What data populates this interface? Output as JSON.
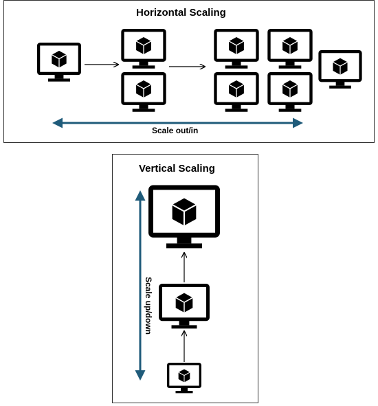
{
  "horizontal": {
    "title": "Horizontal Scaling",
    "axis_label": "Scale out/in"
  },
  "vertical": {
    "title": "Vertical Scaling",
    "axis_label": "Scale up/down"
  },
  "colors": {
    "axis_arrow": "#1f5b7a",
    "monitor": "#000000",
    "flow_arrow": "#000000"
  },
  "icons": {
    "monitor": "monitor-with-cube-icon",
    "cube": "cube-icon"
  }
}
